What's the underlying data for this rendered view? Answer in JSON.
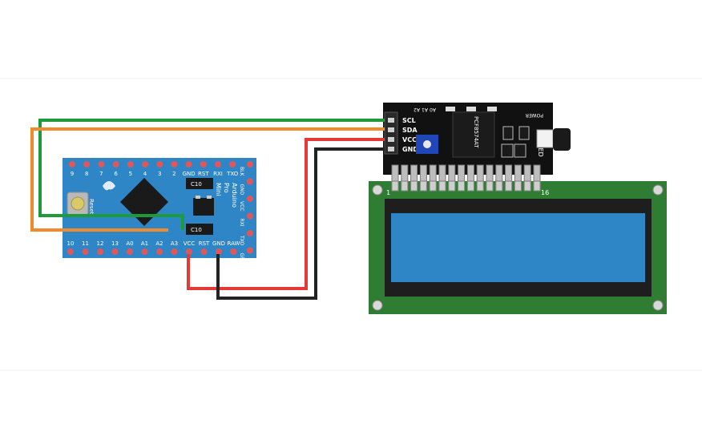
{
  "arduino": {
    "top_pins": [
      "9",
      "8",
      "7",
      "6",
      "5",
      "4",
      "3",
      "2",
      "GND",
      "RST",
      "RXI",
      "TXO"
    ],
    "bottom_pins": [
      "10",
      "11",
      "12",
      "13",
      "A0",
      "A1",
      "A2",
      "A3",
      "VCC",
      "RST",
      "GND",
      "RAW"
    ],
    "right_labels": [
      "BLK",
      "GND",
      "VCC",
      "RXI",
      "TXO",
      "GRN"
    ],
    "board_text": [
      "Arduino",
      "Pro",
      "Mini"
    ],
    "reset_label": "Reset",
    "resistor_label": "C10",
    "colors": {
      "board": "#2f86c6",
      "pad": "#e0575a",
      "chip": "#1a1a1a"
    }
  },
  "i2c_backpack": {
    "pins": [
      "SCL",
      "SDA",
      "VCC",
      "GND"
    ],
    "chip_label": "PCF8574AT",
    "address_labels": [
      "A0",
      "A1",
      "A2"
    ],
    "power_label": "POWER",
    "led_label": "LED",
    "colors": {
      "board": "#111111",
      "pot": "#2046b8"
    }
  },
  "lcd": {
    "pin_first": "1",
    "pin_last": "16",
    "colors": {
      "pcb": "#2e7d32",
      "screen": "#2f86c6",
      "bezel": "#1e1e1e"
    }
  },
  "wires": [
    {
      "signal": "SCL",
      "color": "#1d9a3a"
    },
    {
      "signal": "SDA",
      "color": "#f08a2a"
    },
    {
      "signal": "VCC",
      "color": "#e53935"
    },
    {
      "signal": "GND",
      "color": "#222222"
    }
  ]
}
